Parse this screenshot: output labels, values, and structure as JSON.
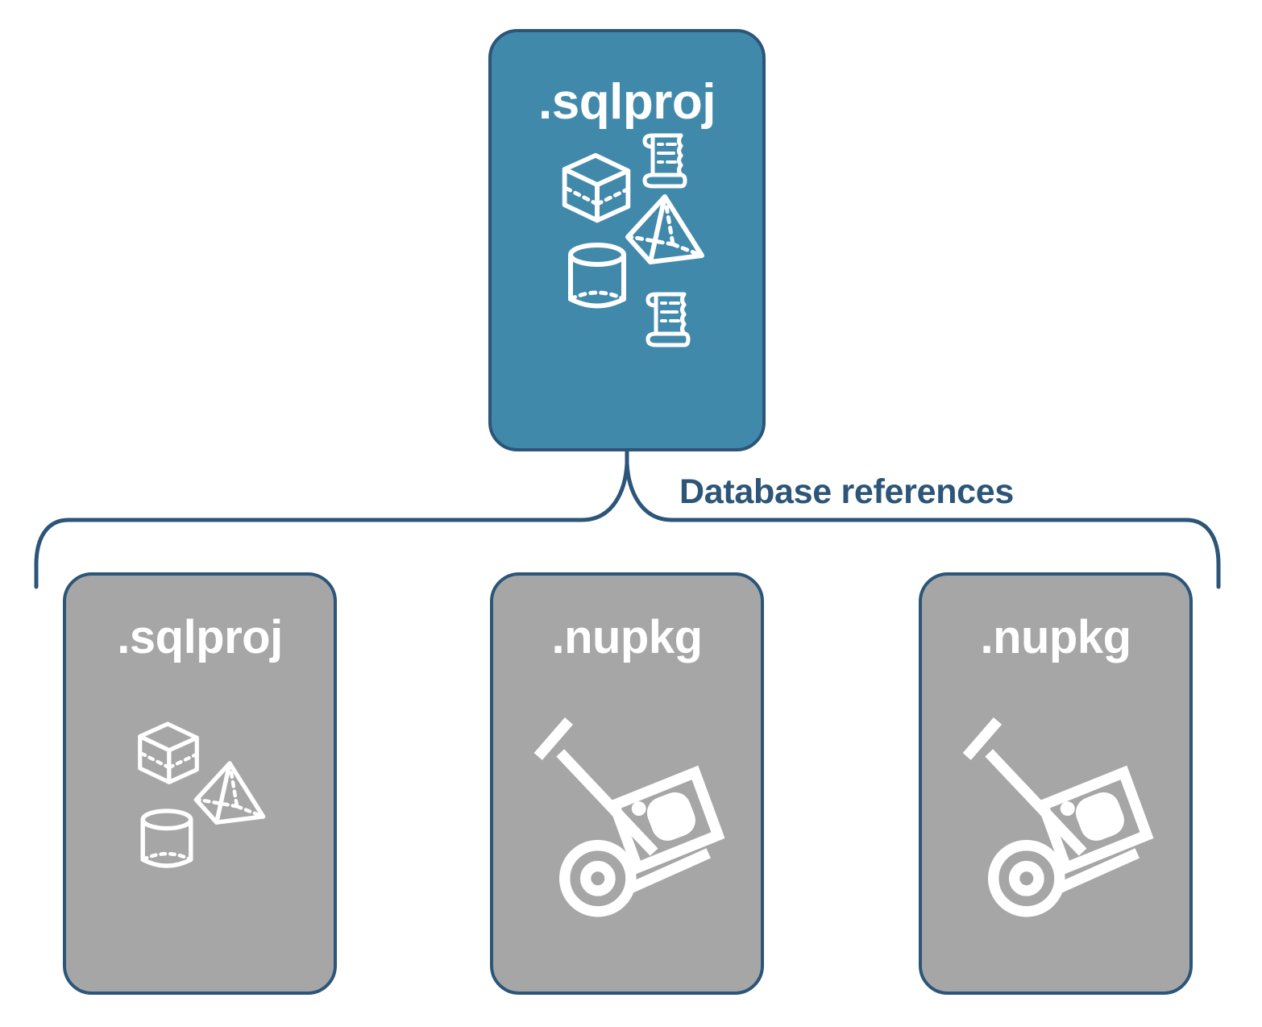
{
  "diagram": {
    "title_text": "Database references",
    "colors": {
      "root_fill": "#4189ab",
      "reference_fill": "#a6a6a6",
      "stroke": "#2c5578",
      "icon": "#ffffff",
      "background": "#ffffff"
    },
    "root": {
      "label": ".sqlproj",
      "icons": [
        "cube-icon",
        "script-scroll-icon",
        "pyramid-icon",
        "cylinder-icon",
        "script-scroll-icon"
      ]
    },
    "connector": {
      "label": "Database references",
      "type": "curly-brace-bracket"
    },
    "references": [
      {
        "label": ".sqlproj",
        "icons": [
          "cube-icon",
          "pyramid-icon",
          "cylinder-icon"
        ]
      },
      {
        "label": ".nupkg",
        "icons": [
          "nuget-hand-truck-icon"
        ]
      },
      {
        "label": ".nupkg",
        "icons": [
          "nuget-hand-truck-icon"
        ]
      }
    ]
  }
}
